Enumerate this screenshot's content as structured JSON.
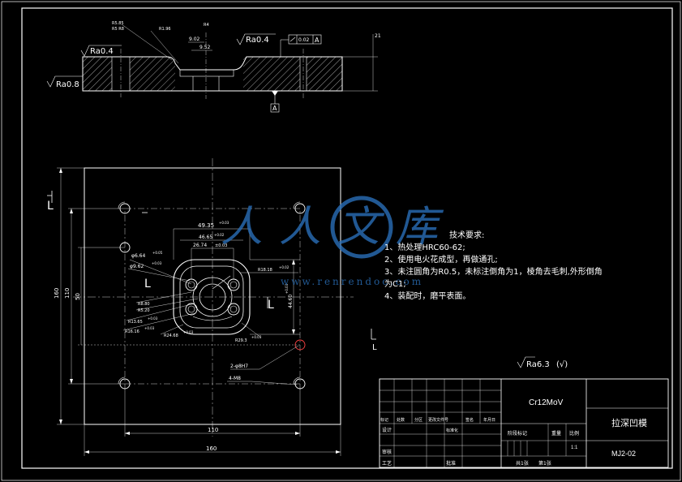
{
  "watermark": {
    "cn": "人人文库",
    "url": "www.renrendoc.com",
    "color": "#2a6fb8"
  },
  "colors": {
    "line": "#ffffff",
    "dim": "#ffffff",
    "highlight": "#ffff66",
    "center": "#ff4444"
  },
  "section_view": {
    "rough_left1": "Ra0.4",
    "rough_left2": "Ra0.8",
    "rough_top": "Ra0.4",
    "tol_frame": "0.02",
    "tol_datum": "A",
    "datum_bottom": "A",
    "d_952": "9.52",
    "d_902": "9.02",
    "d_21": "21",
    "d_left_a": "R5.85",
    "d_left_b": "R5 R8",
    "d_r196": "R1.96",
    "d_top": "R4"
  },
  "plan_view": {
    "w_outer": "160",
    "w_inner": "110",
    "h_outer": "160",
    "h_inner": "110",
    "h_50": "50",
    "d_4935": "49.35",
    "d_4935_tol": "+0.03",
    "d_4665": "46.65",
    "d_4665_tol": "+0.02",
    "d_2674": "26.74",
    "d_2674_tol": "±0.03",
    "d_dia664": "φ6.64",
    "d_dia664_tol": "+0.05",
    "d_dia962": "φ9.62",
    "d_dia962_tol": "+0.03",
    "d_r1818": "R18.18",
    "d_r1818_tol": "+0.02",
    "d_4460": "44.60",
    "d_4460_tol": "+0.03",
    "d_r080": "R8.80",
    "d_r520": "R5.20",
    "d_r1365": "R13.65",
    "d_r1365_tol": "+0.03",
    "d_r1616": "R16.16",
    "d_r1616_tol": "+0.03",
    "d_r2468": "R24.68",
    "d_r2468_tol": "+0.03",
    "d_r293": "R29.3",
    "d_r293_tol": "+0.03",
    "holes_pin": "2-φ8H7",
    "holes_screw": "4-M8",
    "label_L1": "L",
    "label_L2": "L",
    "label_L3": "L",
    "label_L4": "L"
  },
  "tech_notes": {
    "title": "技术要求:",
    "lines": [
      "1、热处理HRC60-62;",
      "2、使用电火花成型，再做通孔;",
      "3、未注圆角为R0.5，未标注倒角为1，棱角去毛刺,外形倒角",
      "为C1;",
      "4、装配时，磨平表面。"
    ]
  },
  "roughness_general": "Ra6.3",
  "roughness_general_suffix": "(√)",
  "title_block": {
    "material": "Cr12MoV",
    "part_name": "拉深凹模",
    "drawing_no": "MJ2-02",
    "h_mark": "标记",
    "h_count": "处数",
    "h_zone": "分区",
    "h_docno": "更改文件号",
    "h_sign": "签名",
    "h_date": "年月日",
    "r_design": "设计",
    "r_std": "标准化",
    "r_stage": "阶段标记",
    "r_weight": "重量",
    "r_scale": "比例",
    "scale_val": "1:1",
    "r_review": "审核",
    "r_process": "工艺",
    "r_approve": "批准",
    "r_total": "共1张",
    "r_sheet": "第1张"
  }
}
